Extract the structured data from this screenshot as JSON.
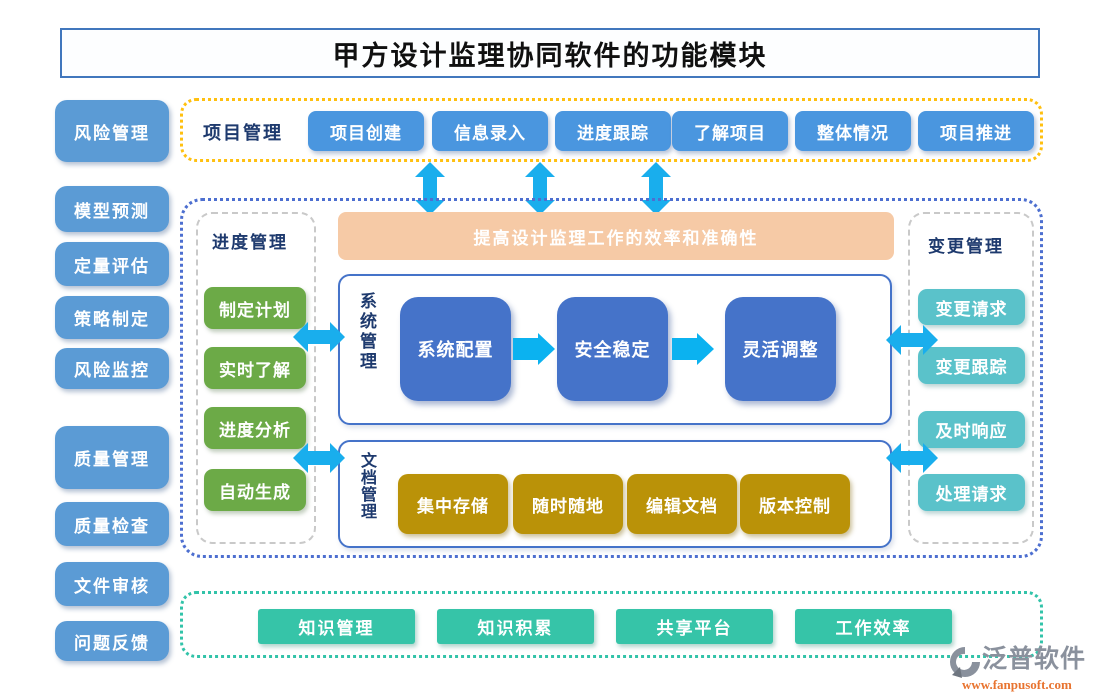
{
  "title": "甲方设计监理协同软件的功能模块",
  "sidebar": {
    "items": [
      "风险管理",
      "模型预测",
      "定量评估",
      "策略制定",
      "风险监控",
      "质量管理",
      "质量检查",
      "文件审核",
      "问题反馈"
    ]
  },
  "project_section": {
    "label": "项目管理",
    "buttons": [
      "项目创建",
      "信息录入",
      "进度跟踪",
      "了解项目",
      "整体情况",
      "项目推进"
    ]
  },
  "middle_section": {
    "banner": "提高设计监理工作的效率和准确性",
    "schedule": {
      "label": "进度管理",
      "buttons": [
        "制定计划",
        "实时了解",
        "进度分析",
        "自动生成"
      ]
    },
    "system": {
      "label": "系统管理",
      "buttons": [
        "系统配置",
        "安全稳定",
        "灵活调整"
      ]
    },
    "docs": {
      "label": "文档管理",
      "buttons": [
        "集中存储",
        "随时随地",
        "编辑文档",
        "版本控制"
      ]
    },
    "change": {
      "label": "变更管理",
      "buttons": [
        "变更请求",
        "变更跟踪",
        "及时响应",
        "处理请求"
      ]
    }
  },
  "knowledge_section": {
    "buttons": [
      "知识管理",
      "知识积累",
      "共享平台",
      "工作效率"
    ]
  },
  "logo": {
    "name": "泛普软件",
    "url": "www.fanpusoft.com"
  },
  "colors": {
    "sidebar_blue": "#5b9bd5",
    "project_blue": "#4a96df",
    "system_blue": "#4573c9",
    "green": "#6caa47",
    "gold": "#ba9208",
    "teal": "#5ac2ca",
    "knowledge_teal": "#36c4a8",
    "banner_peach": "#f6caa6",
    "arrow_cyan": "#19aeed",
    "border_yellow": "#ffc010",
    "border_blue": "#4d6fd0",
    "border_teal": "#32c3a9",
    "label_navy": "#1e3a6e",
    "logo_gray": "#8a919d",
    "logo_orange": "#e87430"
  }
}
